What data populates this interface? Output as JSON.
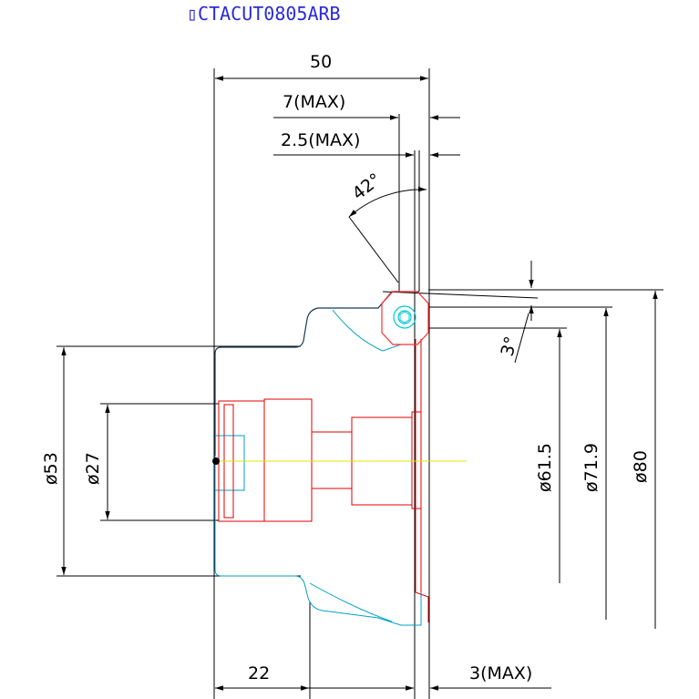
{
  "title": "▯CTACUT0805ARB",
  "dimensions": {
    "overall_length": "50",
    "max_7": "7(MAX)",
    "max_2_5": "2.5(MAX)",
    "angle_42": "42°",
    "angle_3": "3°",
    "dia_53": "ø53",
    "dia_27": "ø27",
    "dia_61_5": "ø61.5",
    "dia_71_9": "ø71.9",
    "dia_80": "ø80",
    "len_22": "22",
    "max_3": "3(MAX)"
  },
  "colors": {
    "dimension": "#000000",
    "body_outline": "#00a0c8",
    "top_body": "#1a3a5a",
    "cutter_parts": "#e00000",
    "insert": "#ff3030",
    "screw": "#00c8d8",
    "center_line": "#e8e000",
    "title": "#2a2ad8"
  }
}
